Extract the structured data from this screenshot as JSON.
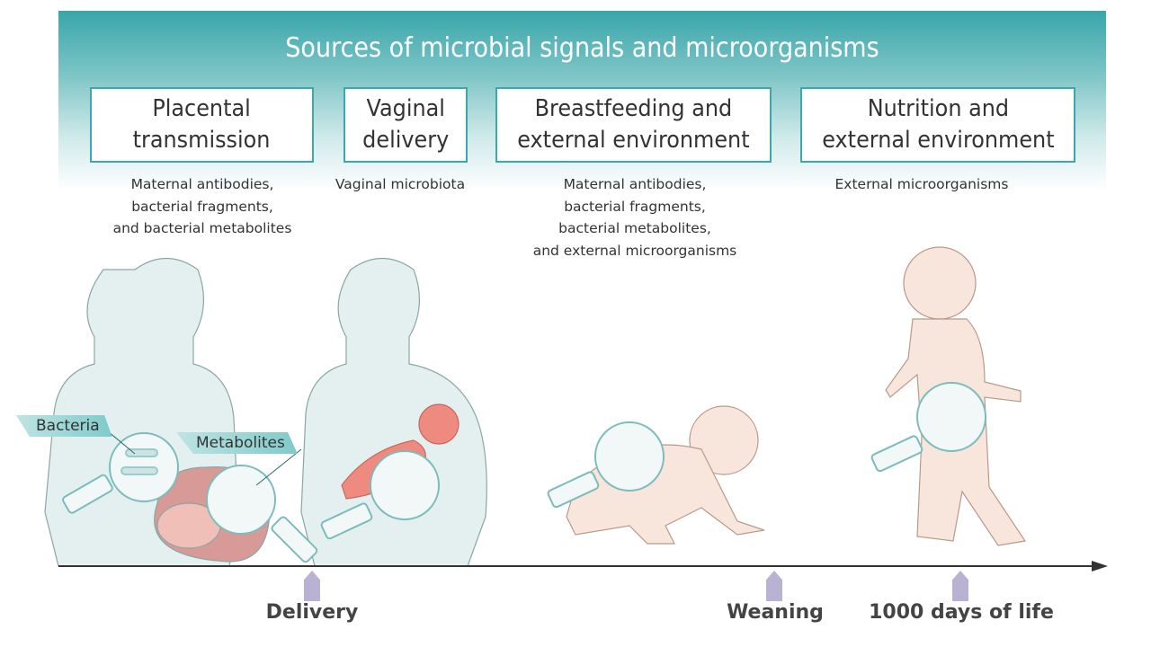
{
  "title": "Sources of microbial signals and microorganisms",
  "stages": [
    {
      "label_lines": [
        "Placental",
        "transmission"
      ],
      "description_lines": [
        "Maternal antibodies,",
        "bacterial fragments,",
        "and bacterial metabolites"
      ]
    },
    {
      "label_lines": [
        "Vaginal",
        "delivery"
      ],
      "description_lines": [
        "Vaginal microbiota"
      ]
    },
    {
      "label_lines": [
        "Breastfeeding and",
        "external environment"
      ],
      "description_lines": [
        "Maternal antibodies,",
        "bacterial fragments,",
        "bacterial metabolites,",
        "and external microorganisms"
      ]
    },
    {
      "label_lines": [
        "Nutrition and",
        "external environment"
      ],
      "description_lines": [
        "External microorganisms"
      ]
    }
  ],
  "callouts": {
    "bacteria": "Bacteria",
    "metabolites": "Metabolites"
  },
  "timeline": {
    "milestones": [
      "Delivery",
      "Weaning",
      "1000 days of life"
    ]
  },
  "colors": {
    "teal": "#3aa8ac",
    "marker": "#bab2d2",
    "skin_adult": "#e4f0ef",
    "skin_child": "#f8e6dc",
    "fetus": "#e87c72"
  }
}
